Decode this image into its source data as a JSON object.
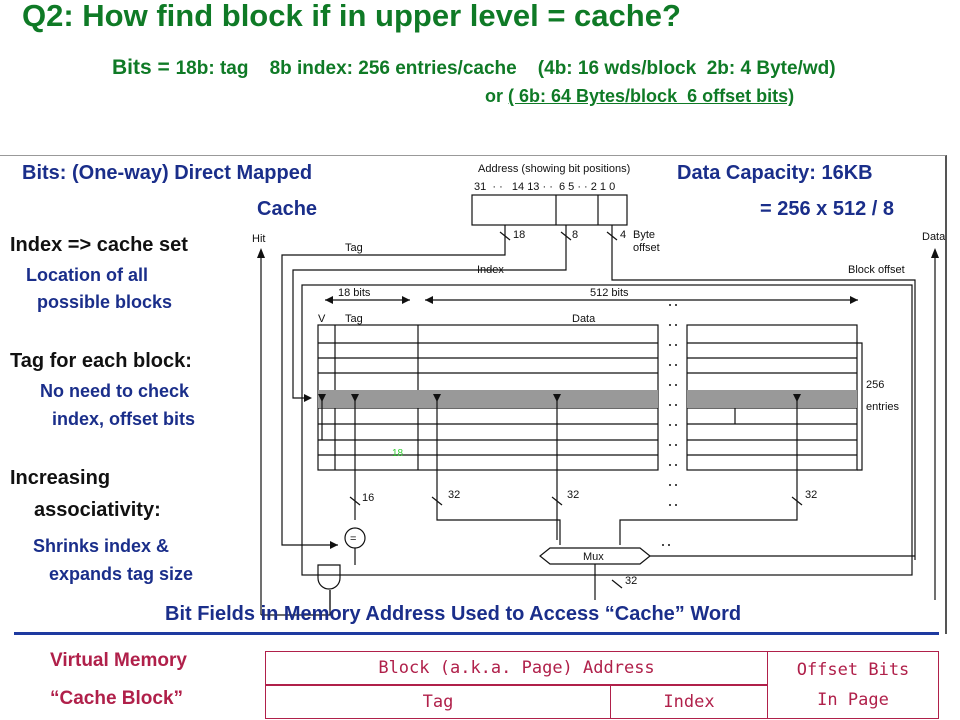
{
  "title": "Q2: How find block if in upper level = cache?",
  "bits_line": {
    "prefix": "Bits = ",
    "text": "18b: tag    8b index: 256 entries/cache    (4b: 16 wds/block  2b: 4 Byte/wd)",
    "or_prefix": "or ",
    "or_text": "( 6b: 64 Bytes/block  6 offset bits)"
  },
  "left": {
    "heading1": "Bits: (One-way) Direct Mapped",
    "heading2": "Cache",
    "index_heading": "Index => cache set",
    "index_note1": "Location of all",
    "index_note2": "possible blocks",
    "tag_heading": "Tag for each block:",
    "tag_note1": "No need to check",
    "tag_note2": "index, offset bits",
    "assoc1": "Increasing",
    "assoc2": "associativity:",
    "assoc_note1": "Shrinks index &",
    "assoc_note2": "expands tag size"
  },
  "right": {
    "capacity1": "Data Capacity: 16KB",
    "capacity2": "= 256 x 512 / 8"
  },
  "figure": {
    "address_caption": "Address (showing bit positions)",
    "bit_positions": "31  · ·   14 13 · ·  6 5 · · 2 1 0",
    "field_widths": [
      "18",
      "8",
      "4"
    ],
    "byte_offset": "Byte\noffset",
    "hit": "Hit",
    "data": "Data",
    "tag": "Tag",
    "index": "Index",
    "block_offset": "Block offset",
    "bits18": "18 bits",
    "bits512": "512 bits",
    "v": "V",
    "data_col": "Data",
    "entries": "256\nentries",
    "green_18": "18",
    "w16": "16",
    "w32": "32",
    "eq": "=",
    "mux": "Mux"
  },
  "bottom": {
    "caption": "Bit Fields in Memory Address Used to Access “Cache” Word",
    "vm_label": "Virtual Memory",
    "cache_block_label": "“Cache Block”",
    "block_address": "Block (a.k.a. Page) Address",
    "offset_bits": "Offset Bits",
    "in_page": "In Page",
    "tag": "Tag",
    "index": "Index"
  },
  "colors": {
    "title": "#0f7a26",
    "blue": "#1a2e8a",
    "rule": "#1e3aa0",
    "cell": "#b0204a",
    "highlight": "#999999"
  }
}
